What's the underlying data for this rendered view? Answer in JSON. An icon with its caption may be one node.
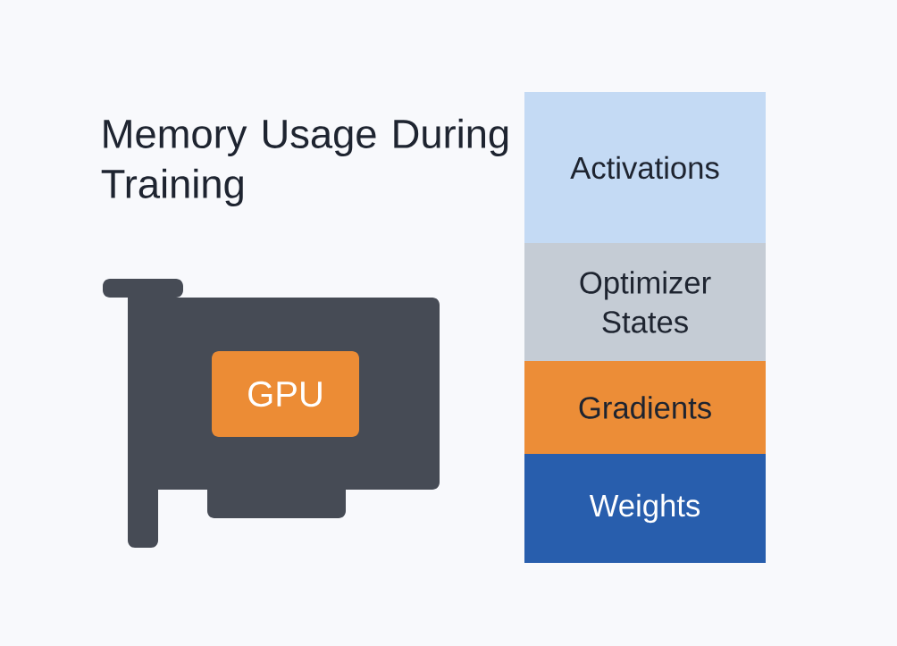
{
  "diagram": {
    "title": "Memory Usage During Training",
    "nodes": [
      {
        "text": [
          "GPU"
        ]
      },
      {
        "text": [
          "Activations"
        ]
      },
      {
        "text": [
          "Optimizer States"
        ]
      },
      {
        "text": [
          "Gradients"
        ]
      },
      {
        "text": [
          "Weights"
        ]
      }
    ],
    "edges": []
  }
}
